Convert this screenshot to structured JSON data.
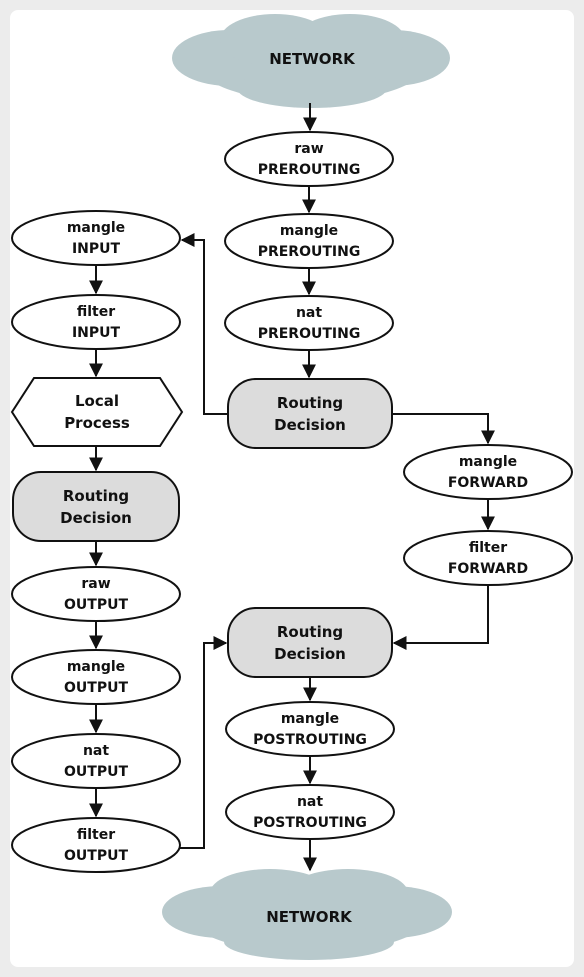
{
  "colors": {
    "background": "#ececec",
    "canvas": "#ffffff",
    "ellipse_fill": "#ffffff",
    "decision_fill": "#dcdcdc",
    "cloud_fill": "#b8c9cc",
    "stroke": "#111111"
  },
  "nodes": {
    "network_top": {
      "label": "NETWORK"
    },
    "raw_prerouting": {
      "line1": "raw",
      "line2": "PREROUTING"
    },
    "mangle_prerouting": {
      "line1": "mangle",
      "line2": "PREROUTING"
    },
    "nat_prerouting": {
      "line1": "nat",
      "line2": "PREROUTING"
    },
    "routing_decision_1": {
      "line1": "Routing",
      "line2": "Decision"
    },
    "mangle_input": {
      "line1": "mangle",
      "line2": "INPUT"
    },
    "filter_input": {
      "line1": "filter",
      "line2": "INPUT"
    },
    "local_process": {
      "line1": "Local",
      "line2": "Process"
    },
    "routing_decision_2": {
      "line1": "Routing",
      "line2": "Decision"
    },
    "raw_output": {
      "line1": "raw",
      "line2": "OUTPUT"
    },
    "mangle_output": {
      "line1": "mangle",
      "line2": "OUTPUT"
    },
    "nat_output": {
      "line1": "nat",
      "line2": "OUTPUT"
    },
    "filter_output": {
      "line1": "filter",
      "line2": "OUTPUT"
    },
    "mangle_forward": {
      "line1": "mangle",
      "line2": "FORWARD"
    },
    "filter_forward": {
      "line1": "filter",
      "line2": "FORWARD"
    },
    "routing_decision_3": {
      "line1": "Routing",
      "line2": "Decision"
    },
    "mangle_postrouting": {
      "line1": "mangle",
      "line2": "POSTROUTING"
    },
    "nat_postrouting": {
      "line1": "nat",
      "line2": "POSTROUTING"
    },
    "network_bottom": {
      "label": "NETWORK"
    }
  },
  "edges": [
    [
      "network_top",
      "raw_prerouting"
    ],
    [
      "raw_prerouting",
      "mangle_prerouting"
    ],
    [
      "mangle_prerouting",
      "nat_prerouting"
    ],
    [
      "nat_prerouting",
      "routing_decision_1"
    ],
    [
      "routing_decision_1",
      "mangle_input"
    ],
    [
      "routing_decision_1",
      "mangle_forward"
    ],
    [
      "mangle_input",
      "filter_input"
    ],
    [
      "filter_input",
      "local_process"
    ],
    [
      "local_process",
      "routing_decision_2"
    ],
    [
      "routing_decision_2",
      "raw_output"
    ],
    [
      "raw_output",
      "mangle_output"
    ],
    [
      "mangle_output",
      "nat_output"
    ],
    [
      "nat_output",
      "filter_output"
    ],
    [
      "filter_output",
      "routing_decision_3"
    ],
    [
      "mangle_forward",
      "filter_forward"
    ],
    [
      "filter_forward",
      "routing_decision_3"
    ],
    [
      "routing_decision_3",
      "mangle_postrouting"
    ],
    [
      "mangle_postrouting",
      "nat_postrouting"
    ],
    [
      "nat_postrouting",
      "network_bottom"
    ]
  ]
}
